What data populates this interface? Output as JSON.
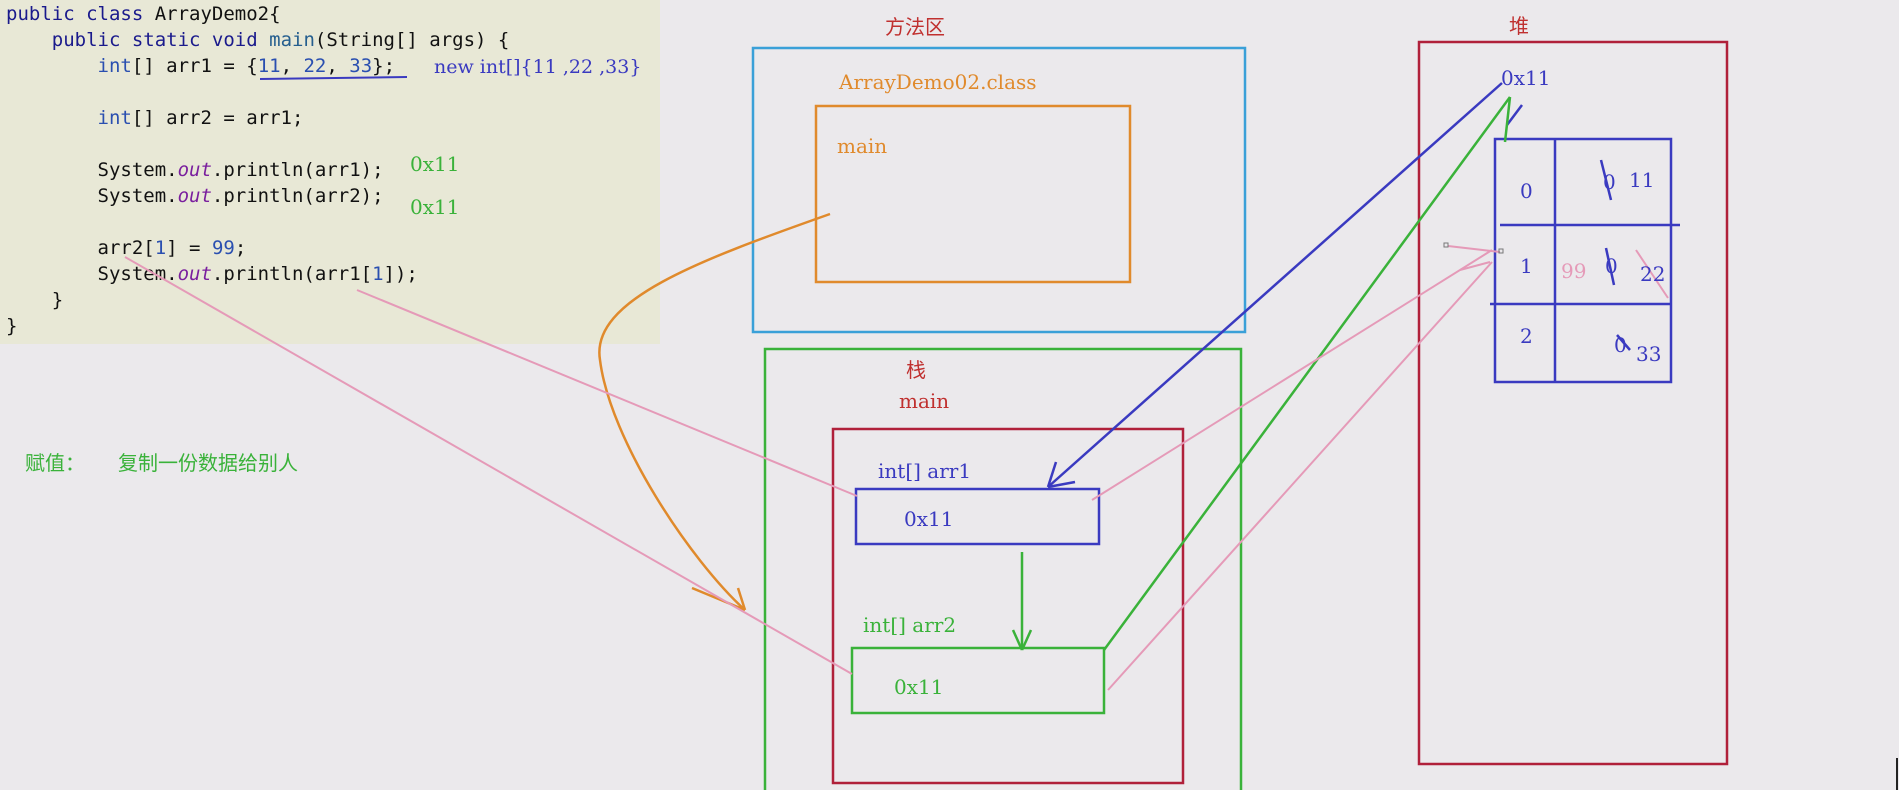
{
  "code": {
    "line1": {
      "kw": "public class",
      "rest": " ArrayDemo2{"
    },
    "line2": {
      "indent": "    ",
      "kw": "public static void",
      "sp": " ",
      "fn": "main",
      "rest": "(String[] args) {"
    },
    "line3": {
      "indent": "        ",
      "ty": "int",
      "a": "[] arr1 = ",
      "brace_open": "{",
      "n1": "11",
      "sep1": ", ",
      "n2": "22",
      "sep2": ", ",
      "n3": "33",
      "brace_close": "};"
    },
    "line4": {
      "indent": "        ",
      "ty": "int",
      "rest": "[] arr2 = arr1;"
    },
    "line5": {
      "indent": "        ",
      "a": "System.",
      "fld": "out",
      "b": ".println(arr1);"
    },
    "line6": {
      "indent": "        ",
      "a": "System.",
      "fld": "out",
      "b": ".println(arr2);"
    },
    "line7": {
      "indent": "        ",
      "a": "arr2[",
      "idx": "1",
      "b": "] = ",
      "val": "99",
      "c": ";"
    },
    "line8": {
      "indent": "        ",
      "a": "System.",
      "fld": "out",
      "b": ".println(arr1[",
      "idx": "1",
      "c": "]);"
    },
    "line9": {
      "text": "    }"
    },
    "line10": {
      "text": "}"
    }
  },
  "annotations": {
    "new_array": "new int[]{11 ,22 ,33}",
    "print1": "0x11",
    "print2": "0x11",
    "assignment_label": "赋值：",
    "assignment_desc": "复制一份数据给别人"
  },
  "method_area": {
    "title": "方法区",
    "class_name": "ArrayDemo02.class",
    "method": "main"
  },
  "stack": {
    "title": "栈",
    "frame": "main",
    "var1_label": "int[] arr1",
    "var1_value": "0x11",
    "var2_label": "int[] arr2",
    "var2_value": "0x11"
  },
  "heap": {
    "title": "堆",
    "address": "0x11",
    "cells": [
      {
        "index": "0",
        "old": "0",
        "value": "11"
      },
      {
        "index": "1",
        "old": "0",
        "value": "22",
        "new_value": "99"
      },
      {
        "index": "2",
        "old": "0",
        "value": "33"
      }
    ]
  },
  "colors": {
    "red_title": "#c0302f",
    "blue": "#3a3ac0",
    "green": "#3ab23a",
    "orange": "#e08a2c",
    "pink": "#e59ab8",
    "method_border": "#3aa0d8",
    "stack_frame": "#b0203a"
  }
}
